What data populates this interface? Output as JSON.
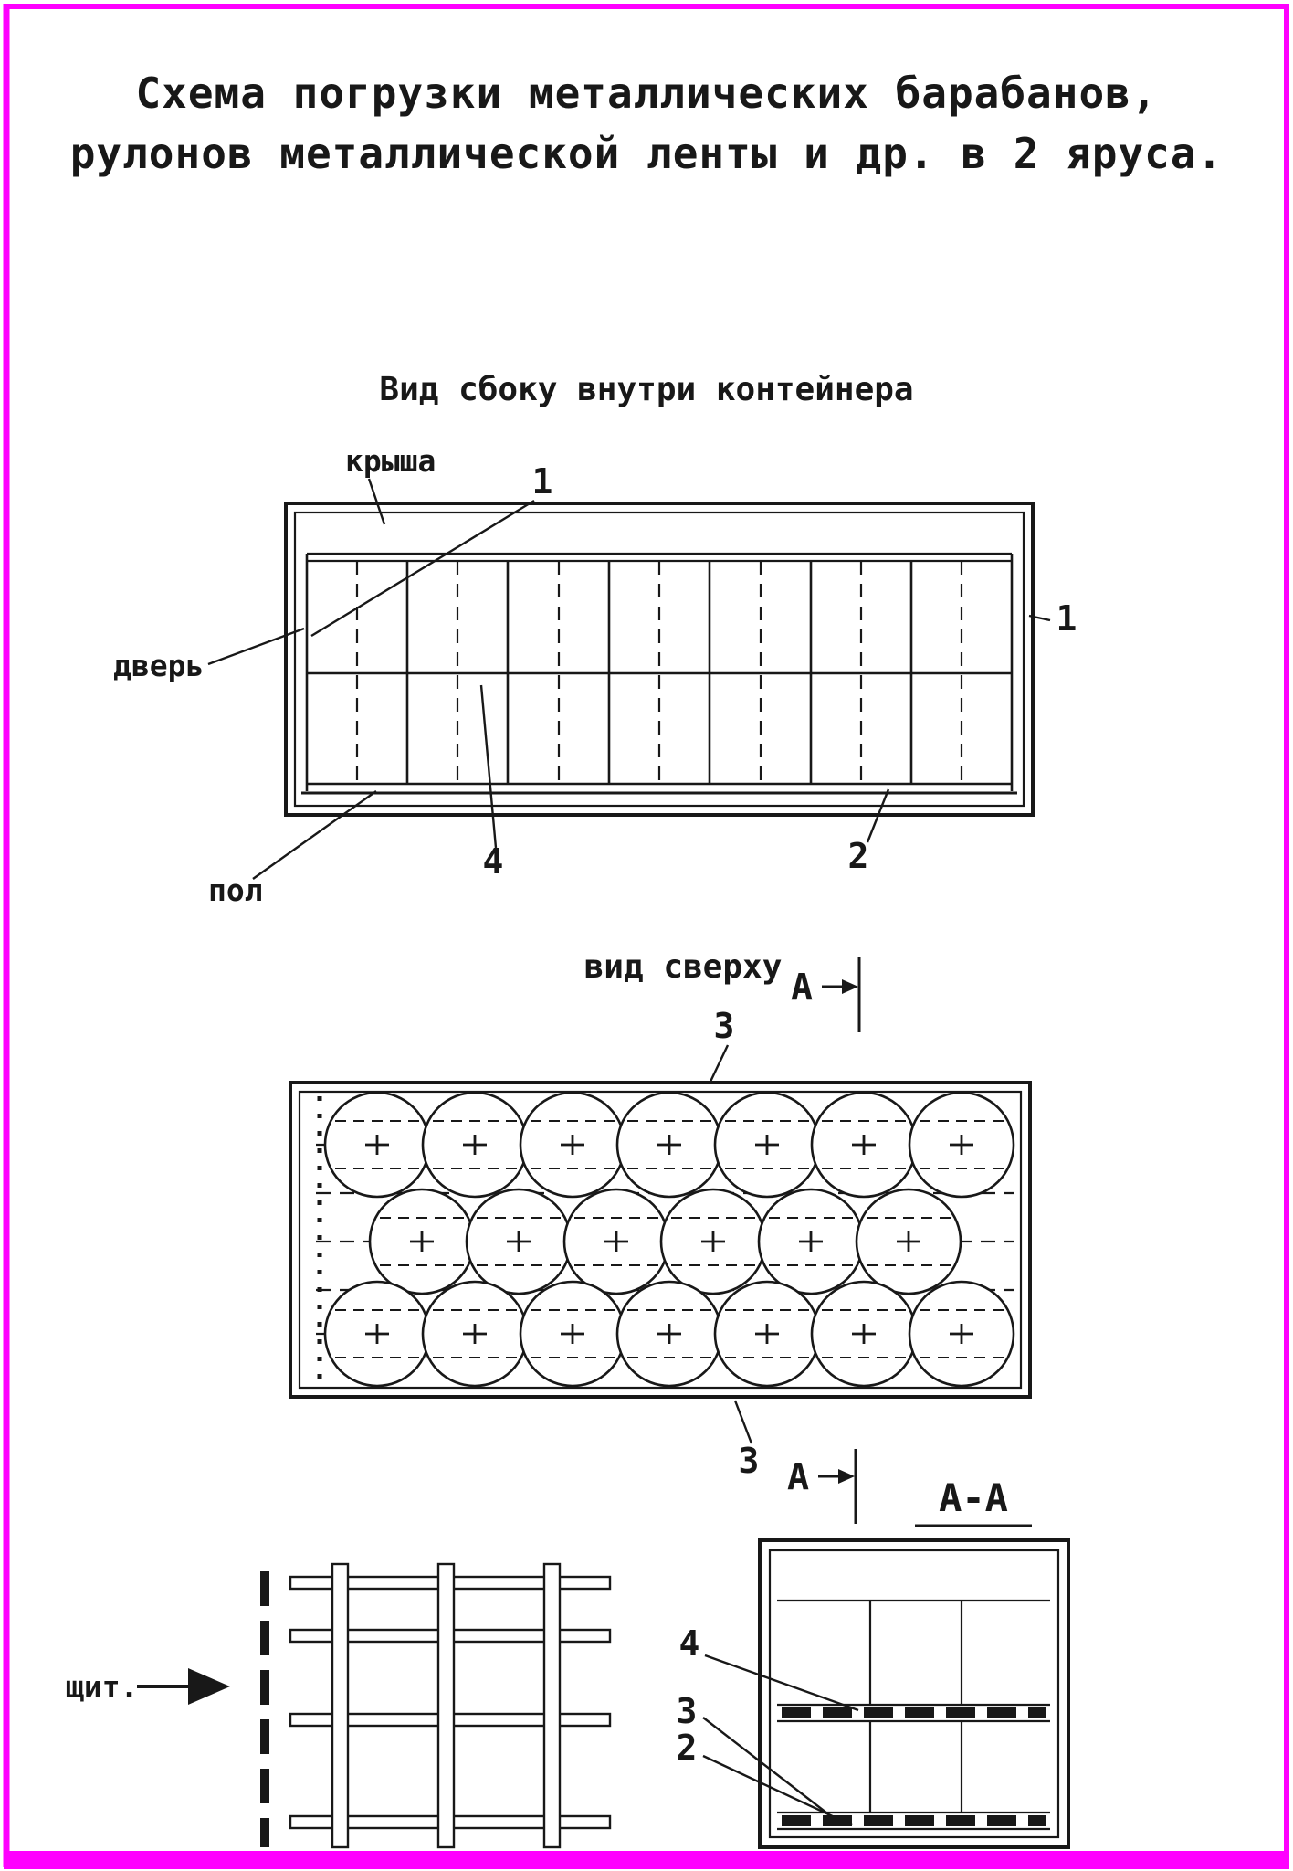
{
  "colors": {
    "border": "#ff00ff",
    "ink": "#181818",
    "paper": "#ffffff"
  },
  "title": {
    "line1": "Схема погрузки металлических барабанов,",
    "line2": "рулонов металлической ленты и др. в 2 яруса."
  },
  "side_view": {
    "heading": "Вид сбоку внутри контейнера",
    "roof_label": "крыша",
    "door_label": "дверь",
    "floor_label": "пол",
    "callout_1_top": "1",
    "callout_1_right": "1",
    "callout_4": "4",
    "callout_2": "2"
  },
  "top_view": {
    "heading": "вид сверху",
    "callout_3_top": "3",
    "callout_3_bottom": "3",
    "section_marker_top": "А",
    "section_marker_bottom": "А"
  },
  "section_view": {
    "title": "А-А",
    "callout_4": "4",
    "callout_3": "3",
    "callout_2": "2"
  },
  "shield": {
    "label": "щит."
  }
}
